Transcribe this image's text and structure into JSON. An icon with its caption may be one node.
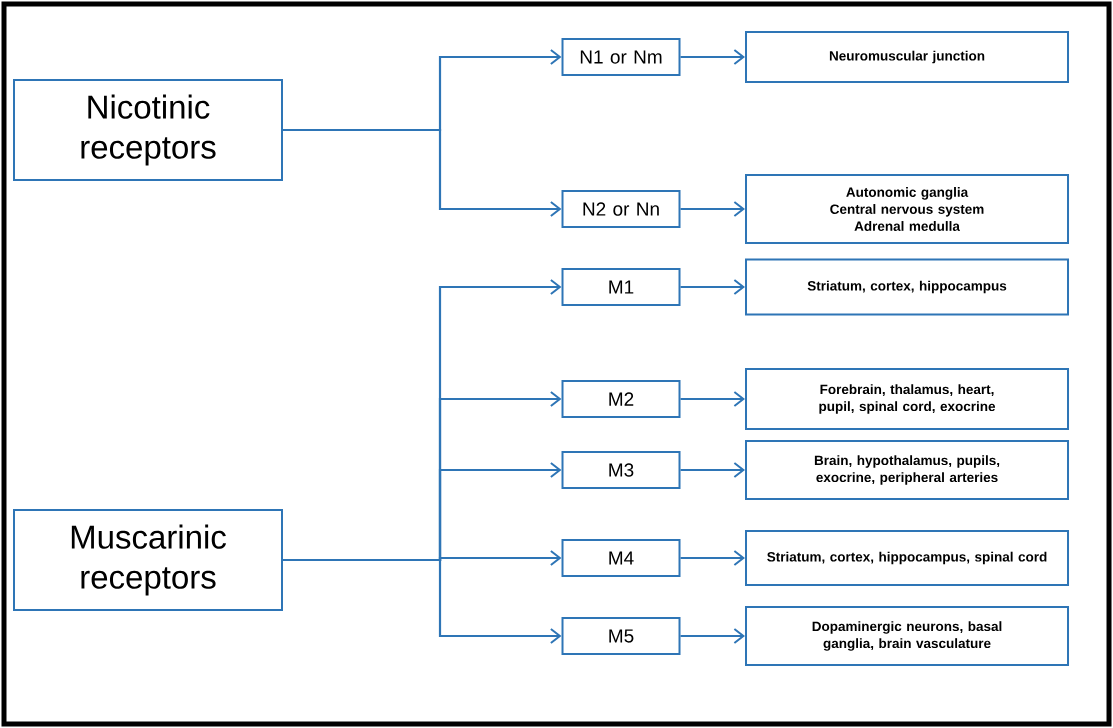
{
  "diagram": {
    "nodes": [
      {
        "text": [
          "Nicotinic receptors"
        ]
      },
      {
        "text": [
          "N1 or Nm"
        ]
      },
      {
        "text": [
          "Neuromuscular junction"
        ]
      },
      {
        "text": [
          "N2 or Nn"
        ]
      },
      {
        "text": [
          "Autonomic ganglia",
          "Central nervous system",
          "Adrenal medulla"
        ]
      },
      {
        "text": [
          "Muscarinic receptors"
        ]
      },
      {
        "text": [
          "M1"
        ]
      },
      {
        "text": [
          "Striatum, cortex, hippocampus"
        ]
      },
      {
        "text": [
          "M2"
        ]
      },
      {
        "text": [
          "Forebrain, thalamus, heart, pupil, spinal cord, exocrine"
        ]
      },
      {
        "text": [
          "M3"
        ]
      },
      {
        "text": [
          "Brain, hypothalamus, pupils, exocrine, peripheral arteries"
        ]
      },
      {
        "text": [
          "M4"
        ]
      },
      {
        "text": [
          "Striatum, cortex, hippocampus, spinal cord"
        ]
      },
      {
        "text": [
          "M5"
        ]
      },
      {
        "text": [
          "Dopaminergic neurons, basal ganglia, brain vasculature"
        ]
      }
    ],
    "edges": [
      {
        "from": 0,
        "to": 1,
        "arrow": "to"
      },
      {
        "from": 0,
        "to": 3,
        "arrow": "to"
      },
      {
        "from": 1,
        "to": 2,
        "arrow": "to"
      },
      {
        "from": 3,
        "to": 4,
        "arrow": "to"
      },
      {
        "from": 5,
        "to": 6,
        "arrow": "to"
      },
      {
        "from": 5,
        "to": 8,
        "arrow": "to"
      },
      {
        "from": 5,
        "to": 10,
        "arrow": "to"
      },
      {
        "from": 5,
        "to": 12,
        "arrow": "to"
      },
      {
        "from": 5,
        "to": 14,
        "arrow": "to"
      },
      {
        "from": 6,
        "to": 7,
        "arrow": "to"
      },
      {
        "from": 8,
        "to": 9,
        "arrow": "to"
      },
      {
        "from": 10,
        "to": 11,
        "arrow": "to"
      },
      {
        "from": 12,
        "to": 13,
        "arrow": "to"
      },
      {
        "from": 14,
        "to": 15,
        "arrow": "to"
      }
    ]
  }
}
